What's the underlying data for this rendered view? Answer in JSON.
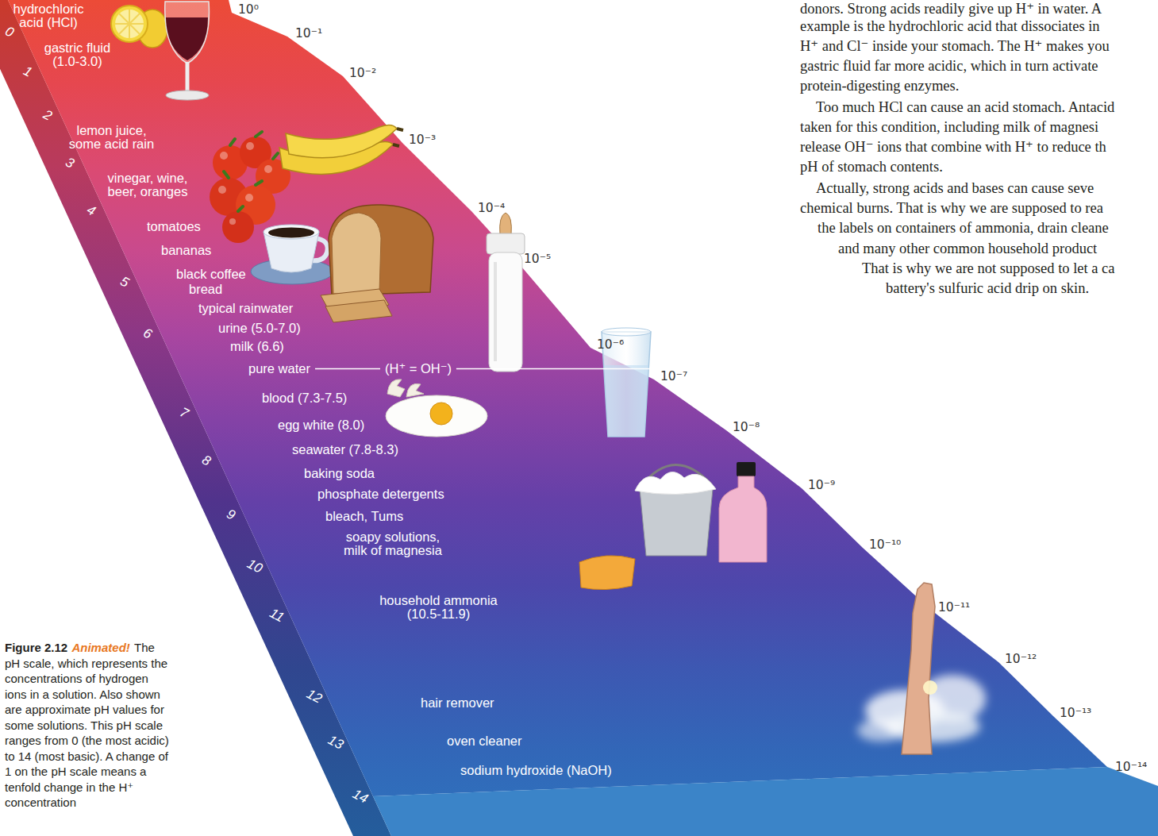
{
  "diagram": {
    "caption": "The pH scale, which represents the concentrations of hydrogen ions in a solution. Also shown are approximate pH values for some solutions. This pH scale ranges from 0 (the most acidic) to 14 (most basic). A change of 1 on the pH scale means a tenfold change in the H⁺ concentration",
    "labels": [
      "hydrochloric acid (HCl)",
      "gastric fluid (1.0-3.0)",
      "lemon juice, some acid rain",
      "vinegar, wine, beer, oranges",
      "tomatoes",
      "bananas",
      "black coffee",
      "bread",
      "typical rainwater",
      "urine (5.0-7.0)",
      "milk (6.6)",
      "pure water",
      "(H⁺ = OH⁻)",
      "blood (7.3-7.5)",
      "egg white (8.0)",
      "seawater (7.8-8.3)",
      "baking soda",
      "phosphate detergents",
      "bleach, Tums",
      "soapy solutions, milk of magnesia",
      "household ammonia (10.5-11.9)",
      "hair remover",
      "oven cleaner",
      "sodium hydroxide (NaOH)",
      "0",
      "1",
      "2",
      "3",
      "4",
      "5",
      "6",
      "7",
      "8",
      "9",
      "10",
      "11",
      "12",
      "13",
      "14",
      "10⁰",
      "10⁻¹",
      "10⁻²",
      "10⁻³",
      "10⁻⁴",
      "10⁻⁵",
      "10⁻⁶",
      "10⁻⁷",
      "10⁻⁸",
      "10⁻⁹",
      "10⁻¹⁰",
      "10⁻¹¹",
      "10⁻¹²",
      "10⁻¹³",
      "10⁻¹⁴",
      "donors. Strong acids readily give up H⁺ in water. A",
      "example is the hydrochloric acid that dissociates in",
      "H⁺ and Cl⁻ inside your stomach. The H⁺ makes you",
      "gastric fluid far more acidic, which in turn activate",
      "protein-digesting enzymes.",
      "Too much HCl can cause an acid stomach. Antacid",
      "taken for this condition, including milk of magnesi",
      "release OH⁻ ions that combine with H⁺ to reduce th",
      "pH of stomach contents.",
      "Actually, strong acids and bases can cause seve",
      "chemical burns. That is why we are supposed to rea",
      "the labels on containers of ammonia, drain cleane",
      "and many other common household product",
      "That is why we are not supposed to let a ca",
      "battery's sulfuric acid drip on skin.",
      "Figure 2.12",
      "Animated!"
    ]
  }
}
